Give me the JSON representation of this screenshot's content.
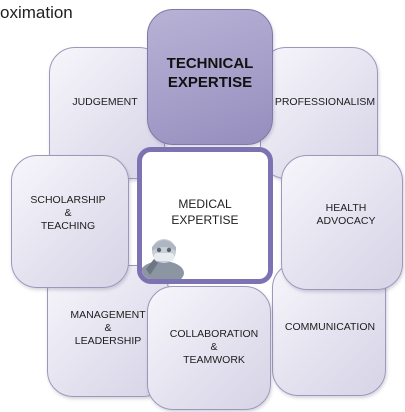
{
  "caption": "oximation",
  "diagram": {
    "center": {
      "label": "MEDICAL\nEXPERTISE"
    },
    "tiles": [
      {
        "id": "technical-expertise",
        "label": "TECHNICAL\nEXPERTISE",
        "emphasis": true
      },
      {
        "id": "judgement",
        "label": "JUDGEMENT"
      },
      {
        "id": "professionalism",
        "label": "PROFESSIONALISM"
      },
      {
        "id": "scholarship-teaching",
        "label": "SCHOLARSHIP\n&\nTEACHING"
      },
      {
        "id": "health-advocacy",
        "label": "HEALTH\nADVOCACY"
      },
      {
        "id": "management-leadership",
        "label": "MANAGEMENT\n&\nLEADERSHIP"
      },
      {
        "id": "communication",
        "label": "COMMUNICATION"
      },
      {
        "id": "collaboration-teamwork",
        "label": "COLLABORATION\n&\nTEAMWORK"
      }
    ]
  },
  "colors": {
    "tile_fill": "#e4e2ef",
    "tile_border": "#9d98bb",
    "emphasis_fill": "#a49dc8",
    "center_border": "#7d72b2"
  }
}
